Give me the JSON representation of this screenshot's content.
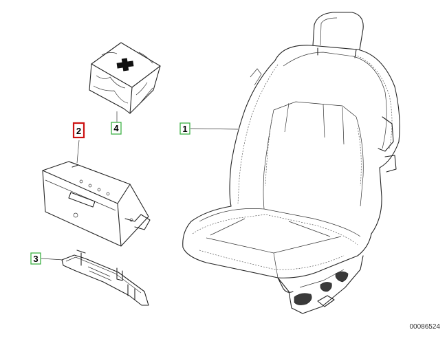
{
  "callouts": [
    {
      "id": "1",
      "label": "1",
      "border_color": "#3cb043"
    },
    {
      "id": "2",
      "label": "2",
      "border_color": "#cc1111"
    },
    {
      "id": "3",
      "label": "3",
      "border_color": "#3cb043"
    },
    {
      "id": "4",
      "label": "4",
      "border_color": "#3cb043"
    }
  ],
  "parts": [
    {
      "callout": "1",
      "icon": "seat-icon"
    },
    {
      "callout": "2",
      "icon": "storage-box-icon"
    },
    {
      "callout": "3",
      "icon": "bracket-icon"
    },
    {
      "callout": "4",
      "icon": "first-aid-kit-icon"
    }
  ],
  "reference_number": "00086524",
  "highlight_color": "#cc1111",
  "normal_color": "#3cb043"
}
